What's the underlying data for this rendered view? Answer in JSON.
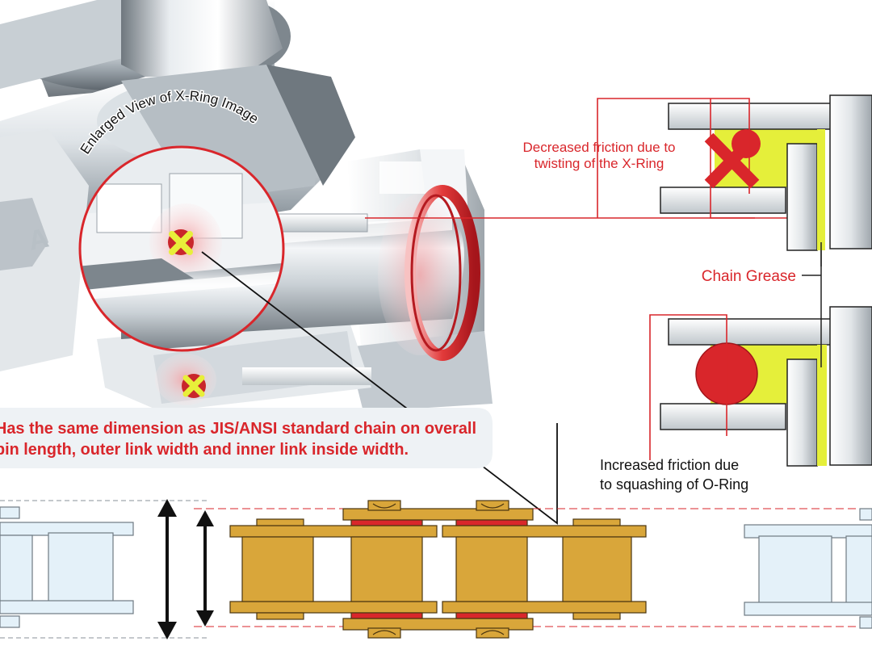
{
  "enlarged_caption": "Enlarged View of X-Ring Image",
  "xring_note": {
    "line1": "Decreased friction due to",
    "line2": "twisting of the X-Ring"
  },
  "oring_note": {
    "line1": "Increased friction due",
    "line2": "to squashing of O-Ring"
  },
  "grease_label": "Chain Grease",
  "standard_note": {
    "line1": "Has the same dimension as JIS/ANSI standard chain on overall",
    "line2": "pin length, outer link width and inner link inside width."
  },
  "colors": {
    "accent_red": "#d9262b",
    "grease_yellow": "#e5ef3a",
    "link_gold": "#d9a63a",
    "steel_light": "#e8ecef",
    "steel_dark": "#8a9299",
    "ghost_chain": "#dfeef7"
  }
}
